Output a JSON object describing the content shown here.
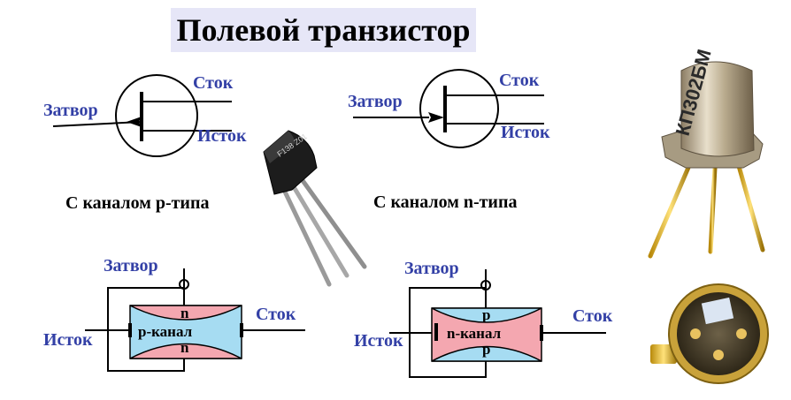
{
  "title": "Полевой транзистор",
  "symbol_p": {
    "gate": "Затвор",
    "drain": "Сток",
    "source": "Исток",
    "caption": "С каналом р-типа"
  },
  "symbol_n": {
    "gate": "Затвор",
    "drain": "Сток",
    "source": "Исток",
    "caption": "С каналом n-типа"
  },
  "struct_p": {
    "gate": "Затвор",
    "drain": "Сток",
    "source": "Исток",
    "region_top": "n",
    "region_bottom": "n",
    "channel": "р-канал"
  },
  "struct_n": {
    "gate": "Затвор",
    "drain": "Сток",
    "source": "Исток",
    "region_top": "р",
    "region_bottom": "р",
    "channel": "n-канал"
  },
  "photo_plastic": {
    "marking": "F138 Z01"
  },
  "photo_metal": {
    "marking": "КП302БМ"
  },
  "colors": {
    "label_blue": "#3340a6",
    "title_bg": "#e6e6f7",
    "n_region": "#f4a7b0",
    "p_region": "#a6dcf2"
  }
}
